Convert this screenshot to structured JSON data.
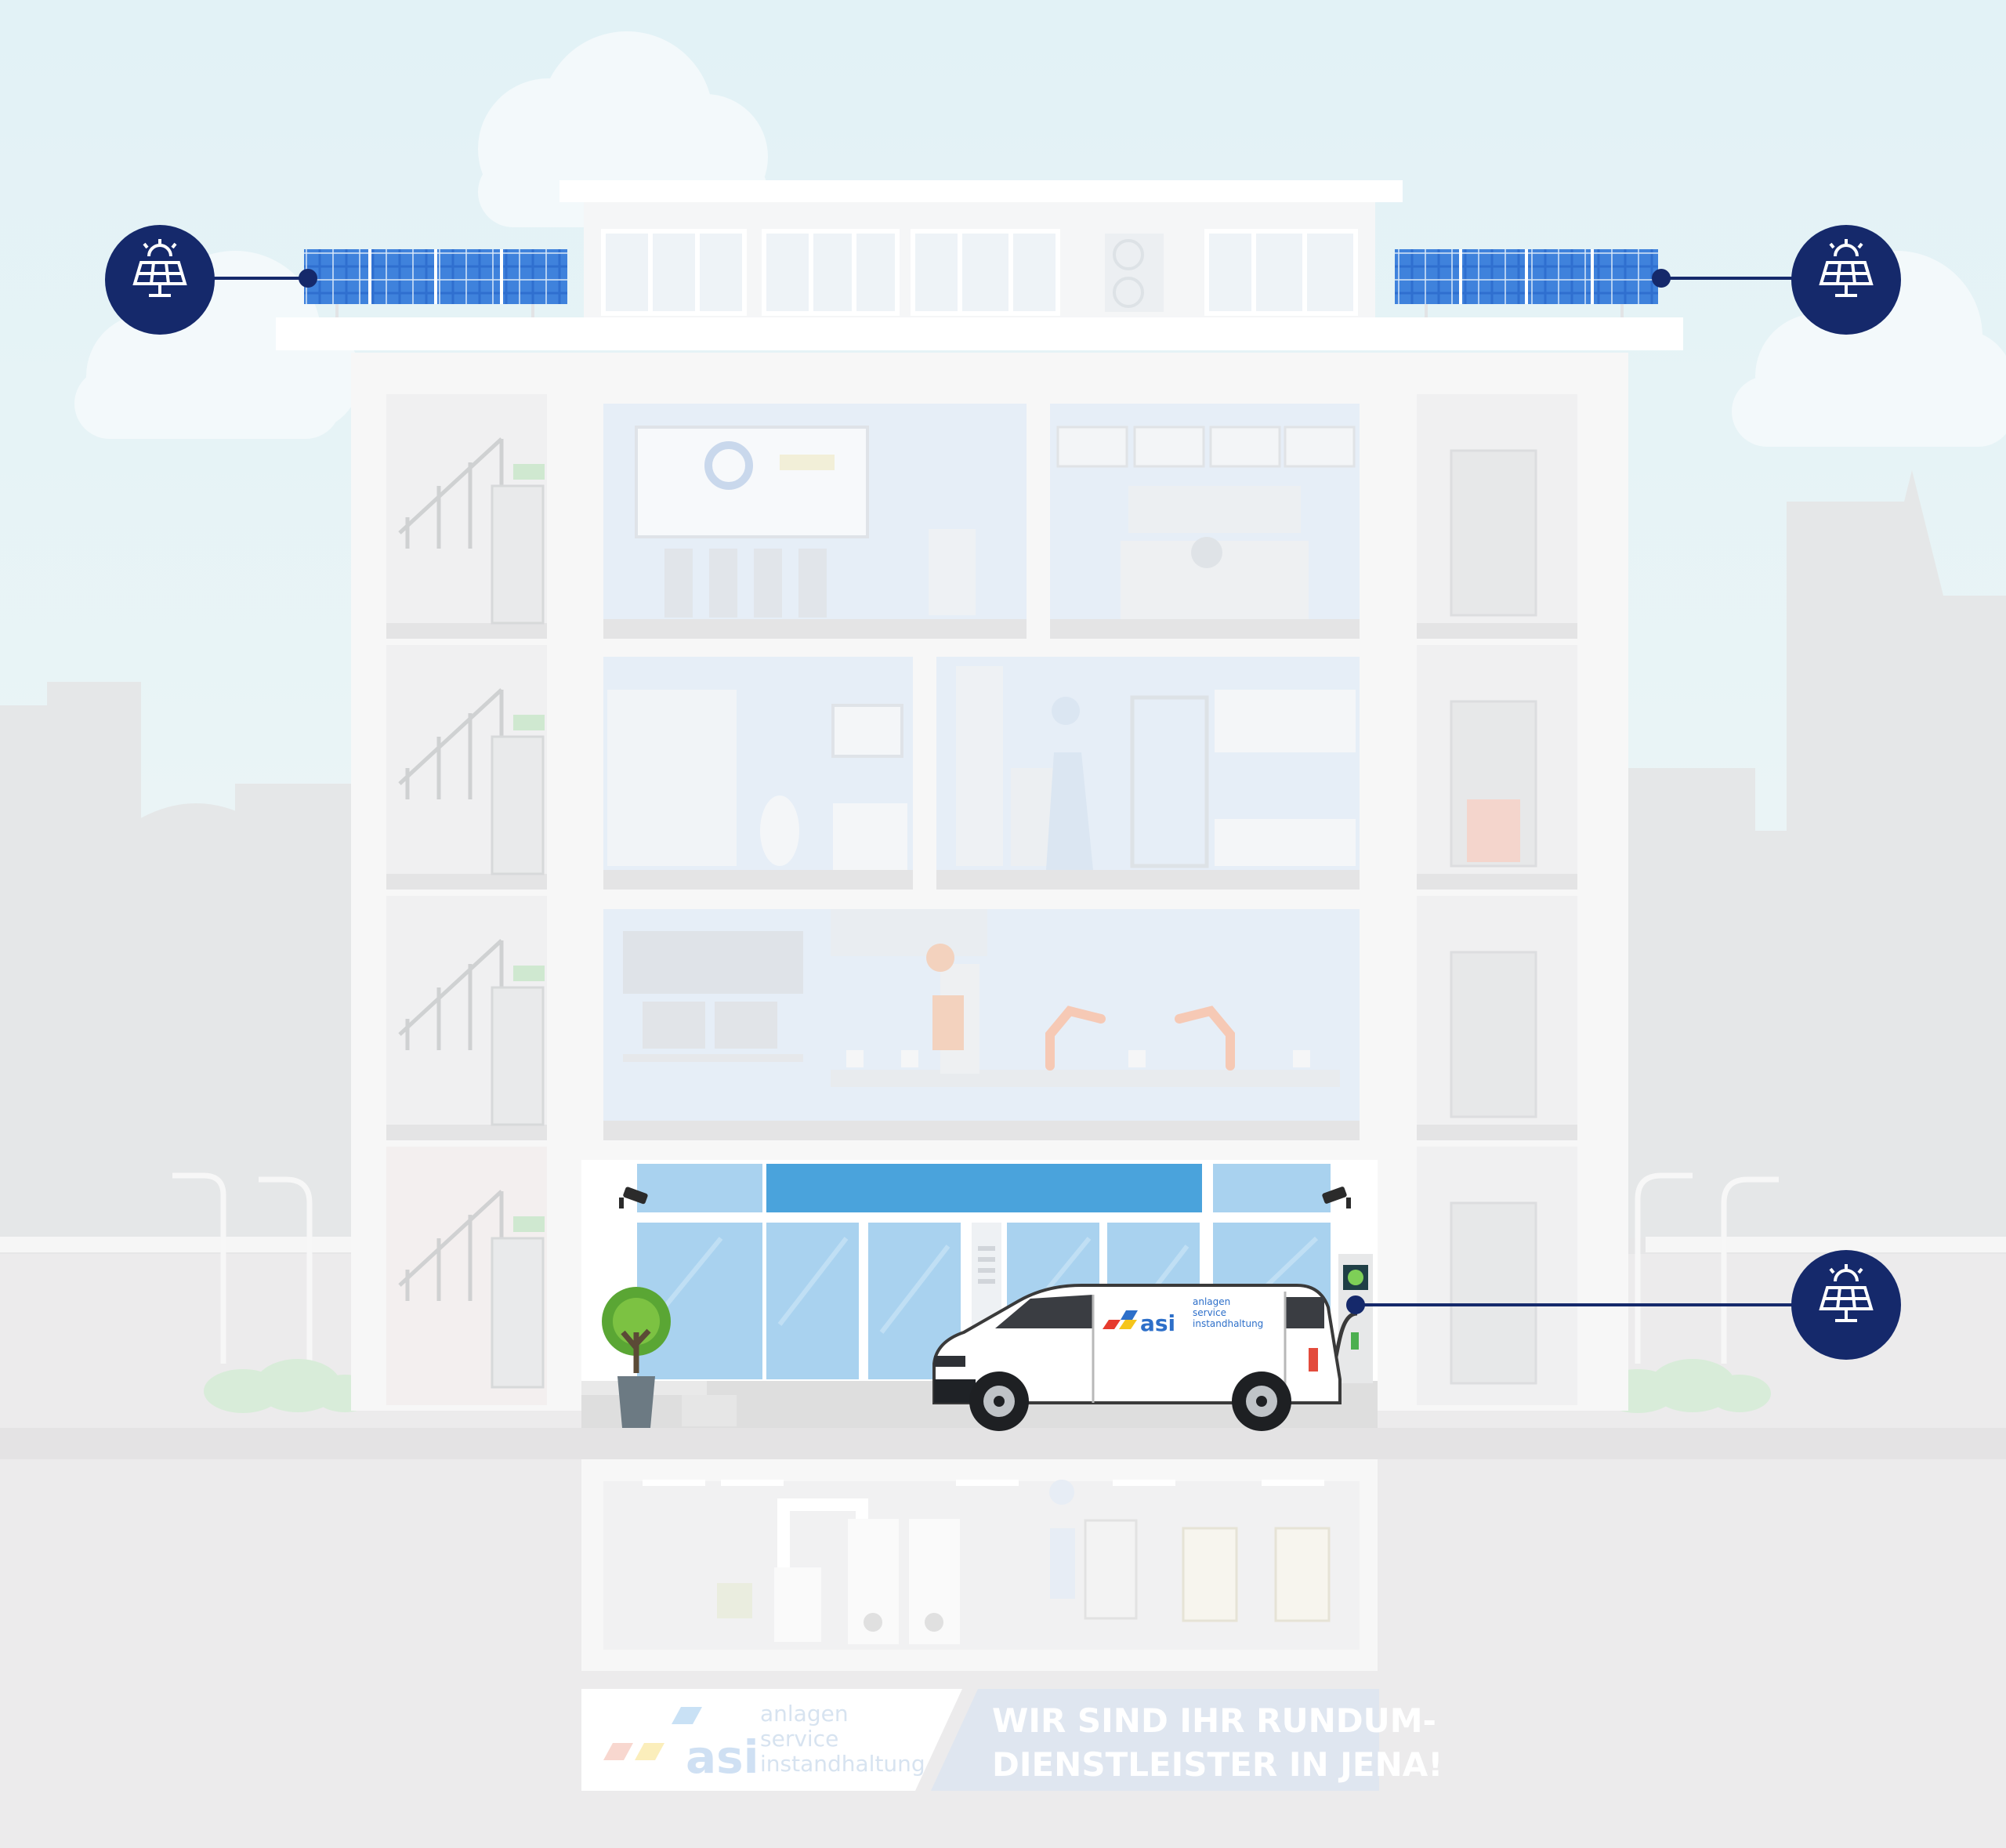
{
  "van_logo": {
    "wordmark": "asi",
    "line1": "anlagen",
    "line2": "service",
    "line3": "instandhaltung"
  },
  "footer_logo": {
    "wordmark": "asi",
    "line1": "anlagen",
    "line2": "service",
    "line3": "instandhaltung"
  },
  "slogan": {
    "line1": "WIR SIND IHR RUNDUM-",
    "line2": "DIENSTLEISTER IN JENA!"
  },
  "hotspots": [
    {
      "icon": "solar-panel-icon"
    },
    {
      "icon": "solar-panel-icon"
    },
    {
      "icon": "solar-panel-icon"
    }
  ],
  "colors": {
    "navy": "#15296b",
    "solar_blue": "#2f6fcf",
    "glass": "#a9d2ef",
    "glass_header": "#4aa3dc",
    "logo_blue": "#2d6fc9",
    "logo_red": "#e63b2e",
    "logo_yellow": "#f5c51b",
    "sky": "#e7f4f7",
    "ground": "#ecebec"
  }
}
